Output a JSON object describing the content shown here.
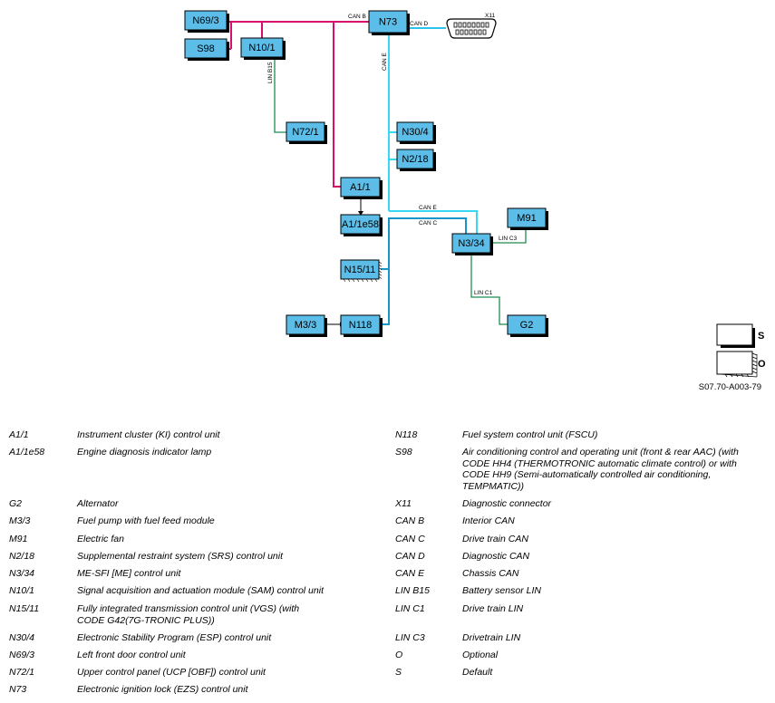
{
  "nodes": [
    {
      "id": "N69/3",
      "label": "N69/3"
    },
    {
      "id": "S98",
      "label": "S98"
    },
    {
      "id": "N10/1",
      "label": "N10/1"
    },
    {
      "id": "N73",
      "label": "N73"
    },
    {
      "id": "N72/1",
      "label": "N72/1"
    },
    {
      "id": "N30/4",
      "label": "N30/4"
    },
    {
      "id": "N2/18",
      "label": "N2/18"
    },
    {
      "id": "A1/1",
      "label": "A1/1"
    },
    {
      "id": "A1/1e58",
      "label": "A1/1e58"
    },
    {
      "id": "M91",
      "label": "M91"
    },
    {
      "id": "N3/34",
      "label": "N3/34"
    },
    {
      "id": "N15/11",
      "label": "N15/11"
    },
    {
      "id": "M3/3",
      "label": "M3/3"
    },
    {
      "id": "N118",
      "label": "N118"
    },
    {
      "id": "G2",
      "label": "G2"
    }
  ],
  "bus_labels": {
    "can_b": "CAN B",
    "can_d": "CAN D",
    "can_e_vertical": "CAN E",
    "can_e_horizontal": "CAN E",
    "can_c": "CAN C",
    "lin_b15": "LIN B15",
    "lin_c3": "LIN C3",
    "lin_c1": "LIN C1"
  },
  "connector_label": "X11",
  "legend_box": {
    "standard": "S",
    "optional": "O"
  },
  "drawing_ref": "S07.70-A003-79",
  "colors": {
    "node_fill": "#5bbde8",
    "can_b": "#d6106a",
    "can_c": "#1896c8",
    "can_d": "#28c4ee",
    "can_e": "#38d8f4",
    "lin": "#1e8c4c"
  },
  "legend_left": [
    {
      "code": "A1/1",
      "desc": "Instrument cluster (KI) control unit"
    },
    {
      "code": "A1/1e58",
      "desc": "Engine diagnosis indicator lamp"
    },
    {
      "code": "G2",
      "desc": "Alternator"
    },
    {
      "code": "M3/3",
      "desc": "Fuel pump with fuel feed module"
    },
    {
      "code": "M91",
      "desc": "Electric fan"
    },
    {
      "code": "N2/18",
      "desc": "Supplemental restraint system (SRS) control unit"
    },
    {
      "code": "N3/34",
      "desc": "ME-SFI [ME] control unit"
    },
    {
      "code": "N10/1",
      "desc": "Signal acquisition and actuation module (SAM) control unit"
    },
    {
      "code": "N15/11",
      "desc": "Fully integrated transmission control unit (VGS) (with\nCODE G42(7G-TRONIC PLUS))"
    },
    {
      "code": "N30/4",
      "desc": "Electronic Stability Program (ESP) control unit"
    },
    {
      "code": "N69/3",
      "desc": "Left front door control unit"
    },
    {
      "code": "N72/1",
      "desc": "Upper control panel (UCP [OBF]) control unit"
    },
    {
      "code": "N73",
      "desc": "Electronic ignition lock (EZS) control unit"
    }
  ],
  "legend_right": [
    {
      "code": "N118",
      "desc": "Fuel system control unit (FSCU)"
    },
    {
      "code": "S98",
      "desc": "Air conditioning control and operating unit (front & rear AAC) (with\nCODE HH4 (THERMOTRONIC automatic climate control) or with\nCODE HH9 (Semi-automatically controlled air conditioning,\nTEMPMATIC))"
    },
    {
      "code": "X11",
      "desc": "Diagnostic connector"
    },
    {
      "code": "CAN B",
      "desc": "Interior CAN"
    },
    {
      "code": "CAN C",
      "desc": "Drive train CAN"
    },
    {
      "code": "CAN D",
      "desc": "Diagnostic CAN"
    },
    {
      "code": "CAN E",
      "desc": "Chassis CAN"
    },
    {
      "code": "LIN B15",
      "desc": "Battery sensor LIN"
    },
    {
      "code": "LIN C1",
      "desc": "Drive train LIN"
    },
    {
      "code": "LIN C3",
      "desc": "Drivetrain LIN"
    },
    {
      "code": "O",
      "desc": "Optional"
    },
    {
      "code": "S",
      "desc": "Default"
    }
  ]
}
